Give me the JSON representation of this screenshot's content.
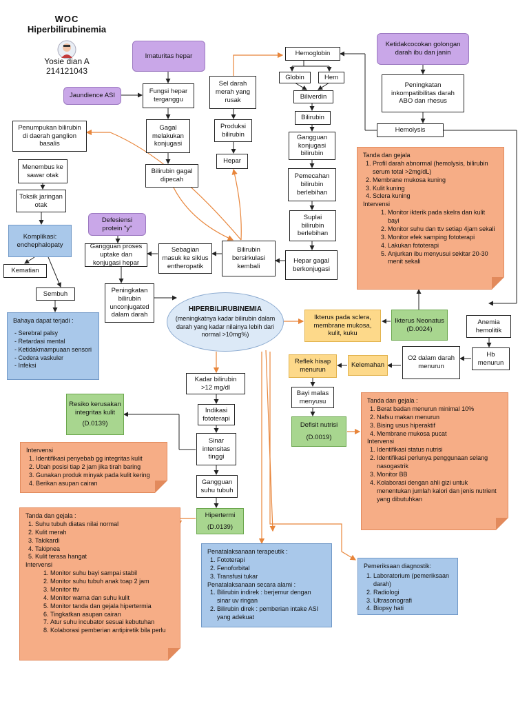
{
  "header": {
    "title": "WOC",
    "subtitle": "Hiperbilirubinemia",
    "author": "Yosie dian A",
    "student_id": "214121043"
  },
  "colors": {
    "purple": "#c9a7e8",
    "blue": "#a9c8ea",
    "yellow": "#fdd98a",
    "green": "#a8d68f",
    "orange": "#f6ad86",
    "line_orange": "#e8853a"
  },
  "nodes": {
    "imaturitas": "Imaturitas hepar",
    "jaundience": "Jaundience ASI",
    "fungsi_hepar": "Fungsi hepar terganggu",
    "gagal_konjugasi": "Gagal melakukan konjugasi",
    "bilirubin_gagal": "Bilirubin gagal dipecah",
    "sel_darah": "Sel darah merah yang rusak",
    "produksi": "Produksi bilirubin",
    "hepar": "Hepar",
    "hemoglobin": "Hemoglobin",
    "globin": "Globin",
    "hem": "Hem",
    "biliverdin": "Biliverdin",
    "bilirubin": "Bilirubin",
    "gangguan_konjugasi": "Gangguan konjugasi bilirubin",
    "pemecahan": "Pemecahan bilirubin berlebihan",
    "suplai": "Suplai bilirubin berlebihan",
    "hepar_gagal": "Hepar gagal berkonjugasi",
    "bersirkulasi": "Bilirubin bersirkulasi kembali",
    "sebagian": "Sebagian masuk ke siklus entheropatik",
    "gangguan_proses": "Gangguan proses uptake dan konjugasi hepar",
    "defesiensi": "Defesiensi protein \"y\"",
    "peningkatan_bili": "Peningkatan bilirubin unconjugated dalam darah",
    "penumpukan": "Penumpukan bilirubin di daerah ganglion basalis",
    "menembus": "Menembus ke sawar otak",
    "toksik": "Toksik jaringan otak",
    "komplikasi": "Komplikasi: enchephalopaty",
    "kematian": "Kematian",
    "sembuh": "Sembuh",
    "ketidakcocokan": "Ketidakcocokan golongan darah ibu dan janin",
    "inkompatibilitas": "Peningkatan inkompatibilitas darah ABO dan rhesus",
    "hemolysis": "Hemolysis",
    "ikterus_sclera": "Ikterus pada sclera, membrane mukosa, kulit, kuku",
    "ikterus_neonatus": "Ikterus Neonatus",
    "ikterus_neonatus_code": "(D.0024)",
    "anemia": "Anemia hemolitik",
    "hb": "Hb menurun",
    "o2": "O2 dalam darah menurun",
    "kelemahan": "Kelemahan",
    "reflek": "Reflek hisap menurun",
    "bayi_malas": "Bayi malas menyusu",
    "defisit": "Defisit nutrisi",
    "defisit_code": "(D.0019)",
    "kadar": "Kadar bilirubin >12 mg/dl",
    "indikasi": "Indikasi fototerapi",
    "sinar": "Sinar intensitas tinggi",
    "gangguan_suhu": "Gangguan suhu tubuh",
    "hipertermi": "Hipertermi",
    "hipertermi_code": "(D.0139)",
    "resiko": "Resiko kerusakan integritas kulit",
    "resiko_code": "(D.0139)"
  },
  "center": {
    "title": "HIPERBILIRUBINEMIA",
    "text": "(meningkatnya kadar bilirubin dalam darah yang kadar nilainya lebih dari normal >10mg%)"
  },
  "bahaya": {
    "title": "Bahaya dapat terjadi :",
    "items": [
      "Serebral palsy",
      "Retardasi mental",
      "Ketidakmampuaan sensori",
      "Cedera vaskuler",
      "Infeksi"
    ]
  },
  "note_ikterus": {
    "tanda_title": "Tanda dan gejala",
    "tanda": [
      "Profil darah abnormal (hemolysis, bilirubin serum total >2mg/dL)",
      "Membrane mukosa kuning",
      "Kulit kuning",
      "Sclera kuning"
    ],
    "intervensi_title": "Intervensi",
    "intervensi": [
      "Monitor ikterik pada skelra dan kulit bayi",
      "Monitor suhu dan ttv setiap 4jam sekali",
      "Monitor efek samping fototerapi",
      "Lakukan fototerapi",
      "Anjurkan ibu menyusui sekitar 20-30 menit sekali"
    ]
  },
  "note_nutrisi": {
    "tanda_title": "Tanda dan gejala :",
    "tanda": [
      "Berat badan menurun minimal 10%",
      "Nafsu makan menurun",
      "Bising usus hiperaktif",
      "Membrane mukosa pucat"
    ],
    "intervensi_title": "Intervensi",
    "intervensi": [
      "Identifikasi status nutrisi",
      "Identifikasi perlunya penggunaan selang nasogastrik",
      "Monitor BB",
      "Kolaborasi dengan ahli gizi untuk menentukan jumlah kalori dan jenis nutrient yang dibutuhkan"
    ]
  },
  "note_kulit": {
    "intervensi_title": "Intervensi",
    "intervensi": [
      "Identifikasi penyebab gg integritas kulit",
      "Ubah posisi tiap 2 jam jika tirah baring",
      "Gunakan produk minyak pada kulit kering",
      "Berikan asupan cairan"
    ]
  },
  "note_hipertermi": {
    "tanda_title": "Tanda dan gejala :",
    "tanda": [
      "Suhu tubuh diatas nilai normal",
      "Kulit merah",
      "Takikardi",
      "Takipnea",
      "Kulit terasa hangat"
    ],
    "intervensi_title": "Intervensi",
    "intervensi": [
      "Monitor suhu bayi sampai stabil",
      "Monitor suhu tubuh anak toap 2 jam",
      "Monitor ttv",
      "Monitor warna dan suhu kulit",
      "Monitor tanda dan gejala hipertermia",
      "Tingkatkan asupan cairan",
      "Atur suhu incubator sesuai kebutuhan",
      "Kolaborasi pemberian antipiretik bila perlu"
    ]
  },
  "penatalaksanaan": {
    "title1": "Penatalaksanaan terapeutik :",
    "items1": [
      "Fototerapi",
      "Fenoforbital",
      "Transfusi tukar"
    ],
    "title2": "Penatalaksanaan secara alami :",
    "items2": [
      "Bilirubin indirek : berjemur dengan sinar uv ringan",
      "Bilirubin direk : pemberian intake ASI yang adekuat"
    ]
  },
  "diagnostik": {
    "title": "Pemeriksaan diagnostik:",
    "items": [
      "Laboratorium (pemeriksaan darah)",
      "Radiologi",
      "Ultrasonografi",
      "Biopsy hati"
    ]
  }
}
